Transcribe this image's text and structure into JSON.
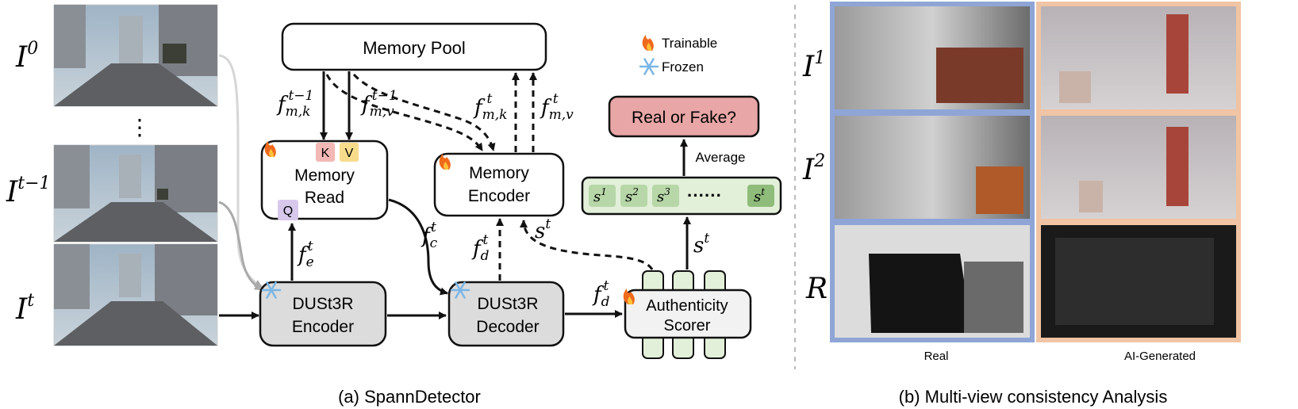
{
  "panel_a": {
    "caption": "(a) SpannDetector",
    "legend": {
      "trainable": "Trainable",
      "frozen": "Frozen"
    },
    "frame_labels": {
      "i0_base": "I",
      "i0_sup": "0",
      "dots": "⋮",
      "itm1_base": "I",
      "itm1_sup": "t−1",
      "it_base": "I",
      "it_sup": "t"
    },
    "memory_pool": "Memory Pool",
    "memory_read": {
      "line1": "Memory",
      "line2": "Read",
      "k": "K",
      "v": "V",
      "q": "Q"
    },
    "memory_encoder": {
      "line1": "Memory",
      "line2": "Encoder"
    },
    "dust3r_encoder": {
      "line1": "DUSt3R",
      "line2": "Encoder"
    },
    "dust3r_decoder": {
      "line1": "DUSt3R",
      "line2": "Decoder"
    },
    "authenticity_scorer": {
      "line1": "Authenticity",
      "line2": "Scorer"
    },
    "real_or_fake": "Real or Fake?",
    "average": "Average",
    "scores": [
      "s",
      "s",
      "s",
      "s"
    ],
    "score_sups": [
      "1",
      "2",
      "3",
      "t"
    ],
    "score_dots": "······",
    "features": {
      "fmk_base": "f",
      "fmk_sub": "m,k",
      "fmk_sup": "t−1",
      "fmv_base": "f",
      "fmv_sub": "m,v",
      "fmv_sup": "t−1",
      "fmk2_base": "f",
      "fmk2_sub": "m,k",
      "fmk2_sup": "t",
      "fmv2_base": "f",
      "fmv2_sub": "m,v",
      "fmv2_sup": "t",
      "fe_base": "f",
      "fe_sub": "e",
      "fe_sup": "t",
      "fc_base": "f",
      "fc_sub": "c",
      "fc_sup": "t",
      "fd_base": "f",
      "fd_sub": "d",
      "fd_sup": "t",
      "fd2_base": "f",
      "fd2_sub": "d",
      "fd2_sup": "t",
      "st_base": "s",
      "st_sup": "t",
      "st2_base": "s",
      "st2_sup": "t"
    }
  },
  "panel_b": {
    "caption": "(b) Multi-view consistency Analysis",
    "row_labels": [
      {
        "base": "I",
        "sup": "1"
      },
      {
        "base": "I",
        "sup": "2"
      },
      {
        "base": "R",
        "sup": ""
      }
    ],
    "col_labels": {
      "real": "Real",
      "ai": "AI-Generated"
    }
  },
  "colors": {
    "box_gray": "#dcdcdc",
    "k_pink": "#f2b8b5",
    "v_yellow": "#f7dc8c",
    "q_purple": "#d8c8ec",
    "real_or_fake_fill": "#e8a6a6",
    "score_bar_fill": "#e2efd9",
    "score_cell": "#b7d7a8",
    "score_cell_last": "#8fbc7a",
    "real_border": "#8fa5d6",
    "ai_border": "#f0c4a4",
    "arrow_gray": "#bbbbbb"
  }
}
